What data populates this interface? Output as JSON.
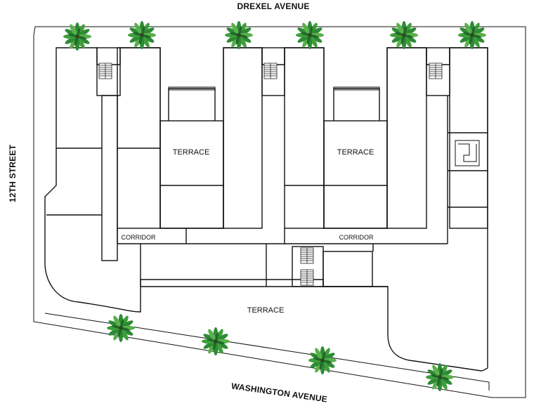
{
  "streets": {
    "north": "DREXEL AVENUE",
    "west": "12TH STREET",
    "south": "WASHINGTON AVENUE"
  },
  "rooms": {
    "terrace_west": "TERRACE",
    "terrace_east": "TERRACE",
    "terrace_south": "TERRACE",
    "corridor_west": "CORRIDOR",
    "corridor_east": "CORRIDOR"
  },
  "colors": {
    "wall": "#111111",
    "palm_dark": "#1f6b2a",
    "palm_light": "#5ab04a",
    "palm_center": "#2e4a1e"
  },
  "icons": {
    "palm": "palm-tree-icon",
    "stairs": "stairs-icon"
  }
}
